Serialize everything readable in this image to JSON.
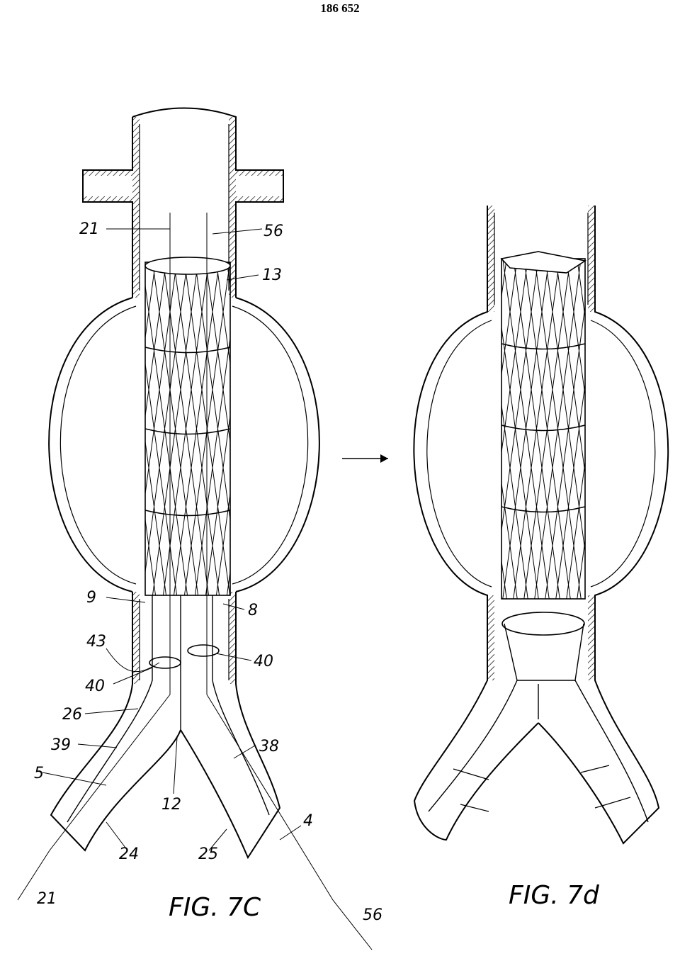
{
  "page_number": "186 652",
  "figures": [
    {
      "caption": "FIG. 7C",
      "labels": [
        "21",
        "56",
        "13",
        "9",
        "8",
        "43",
        "40",
        "40",
        "26",
        "39",
        "38",
        "5",
        "12",
        "4",
        "24",
        "25",
        "21",
        "56"
      ]
    },
    {
      "caption": "FIG. 7d",
      "labels": []
    }
  ],
  "colors": {
    "ink": "#000000",
    "paper": "#ffffff"
  }
}
